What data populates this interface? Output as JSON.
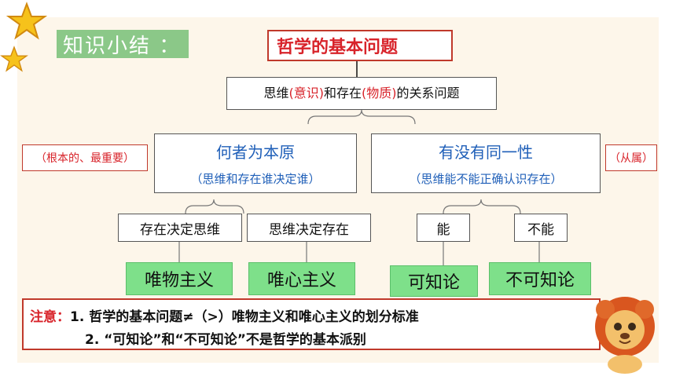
{
  "section_tag": "知识小结 ：",
  "top": {
    "title": "哲学的基本问题"
  },
  "relation": {
    "text": "思维(意识)和存在(物质)的关系问题",
    "pre": "思维",
    "a": "(意识)",
    "mid": "和存在",
    "b": "(物质)",
    "post": "的关系问题"
  },
  "left_note": "（根本的、最重要）",
  "right_note": "（从属）",
  "branch_left": {
    "title": "何者为本原",
    "sub": "（思维和存在谁决定谁）"
  },
  "branch_right": {
    "title": "有没有同一性",
    "sub": "（思维能不能正确认识存在）"
  },
  "leaf1": {
    "label": "存在决定思维",
    "result": "唯物主义"
  },
  "leaf2": {
    "label": "思维决定存在",
    "result": "唯心主义"
  },
  "leaf3": {
    "label": "能",
    "result": "可知论"
  },
  "leaf4": {
    "label": "不能",
    "result": "不可知论"
  },
  "note": {
    "prefix": "注意：",
    "line1": "1. 哲学的基本问题≠（>）唯物主义和唯心主义的划分标准",
    "line2": "2. “可知论”和“不可知论”不是哲学的基本派别"
  },
  "colors": {
    "accent_red": "#d8232a",
    "accent_blue": "#1f5fb8",
    "leaf_green": "#7ee08a",
    "tag_green": "#8bc888"
  },
  "icons": [
    "star-icon",
    "lion-icon"
  ]
}
